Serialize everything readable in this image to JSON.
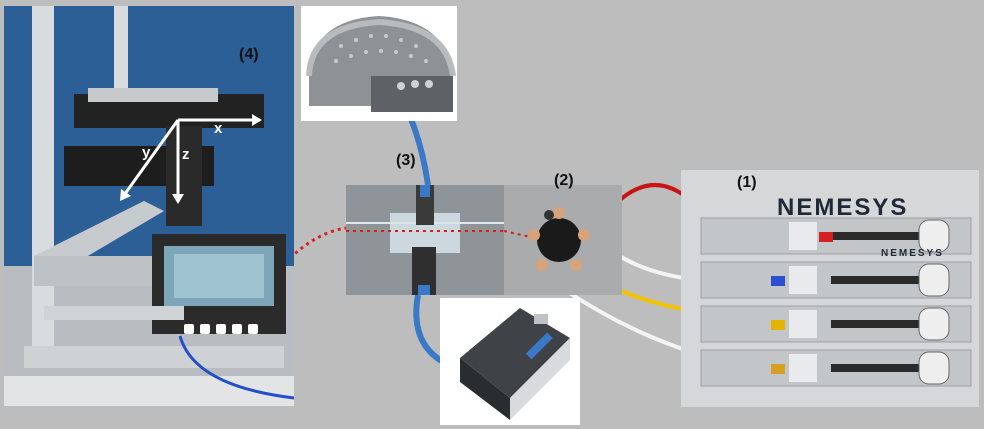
{
  "labels": {
    "stage": "(4)",
    "cell": "(3)",
    "mixer": "(2)",
    "pumps": "(1)"
  },
  "axes": {
    "x": "x",
    "y": "y",
    "z": "z"
  },
  "brand": {
    "main": "NEMESYS",
    "module": "NEMESYS"
  },
  "colors": {
    "background": "#bdbdbd",
    "tube_red": "#c81414",
    "tube_yellow": "#f2c400",
    "tube_white": "#f4f4f4",
    "fiber_blue": "#3a78c8",
    "laser_dots": "#d42020"
  }
}
